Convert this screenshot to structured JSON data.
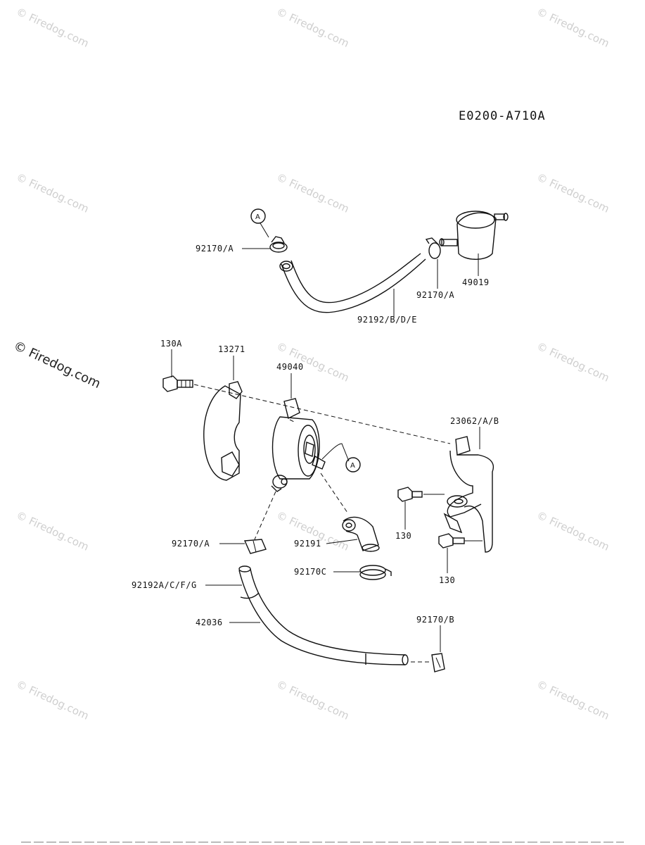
{
  "diagram_code": "E0200-A710A",
  "watermark": "© Firedog.com",
  "ref_marker": "A",
  "labels": {
    "clamp_a_top": "92170/A",
    "clamp_a_right": "92170/A",
    "fuel_filter": "49019",
    "hose_top": "92192/B/D/E",
    "bolt_130a": "130A",
    "plate_13271": "13271",
    "fuel_pump": "49040",
    "bracket": "23062/A/B",
    "bolt_130_upper": "130",
    "bolt_130_lower": "130",
    "clamp_a_lower": "92170/A",
    "hose_92191": "92191",
    "clamp_92170c": "92170C",
    "hose_bottom_code": "92192A/C/F/G",
    "hose_42036": "42036",
    "clamp_b": "92170/B"
  }
}
